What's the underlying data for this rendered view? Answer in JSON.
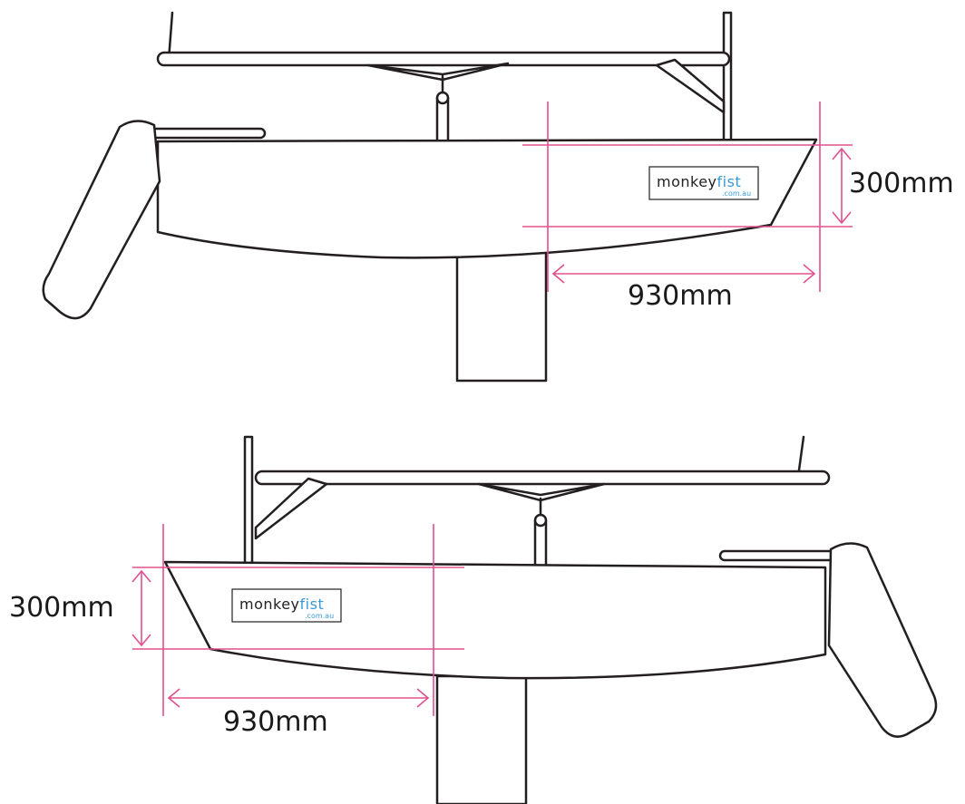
{
  "top_diagram": {
    "height_label": "300mm",
    "length_label": "930mm",
    "logo": {
      "main": "monkey",
      "accent": "fist",
      "sub": ".com.au"
    }
  },
  "bottom_diagram": {
    "height_label": "300mm",
    "length_label": "930mm",
    "logo": {
      "main": "monkey",
      "accent": "fist",
      "sub": ".com.au"
    }
  },
  "colors": {
    "outline": "#231f20",
    "dimension": "#e0508f",
    "logo_accent": "#3a9ad9"
  }
}
